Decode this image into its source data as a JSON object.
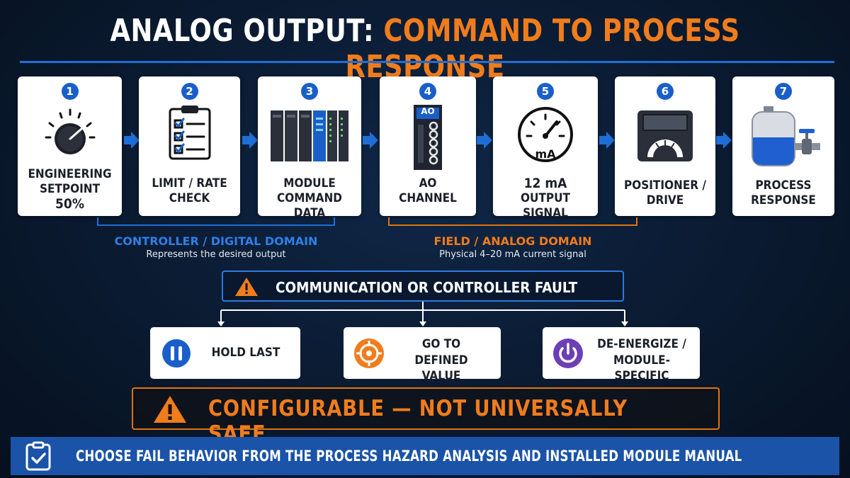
{
  "header": {
    "title_part1": "ANALOG OUTPUT:",
    "title_part2": "COMMAND TO PROCESS RESPONSE"
  },
  "steps": [
    {
      "number": "1",
      "line1": "ENGINEERING",
      "line2": "SETPOINT",
      "line3": "50%",
      "icon": "dial-knob-icon"
    },
    {
      "number": "2",
      "line1": "LIMIT / RATE",
      "line2": "CHECK",
      "icon": "clipboard-checklist-icon"
    },
    {
      "number": "3",
      "line1": "MODULE",
      "line2": "COMMAND DATA",
      "icon": "io-module-rack-icon"
    },
    {
      "number": "4",
      "line1": "AO",
      "line2": "CHANNEL",
      "tag": "AO",
      "icon": "ao-channel-module-icon"
    },
    {
      "number": "5",
      "line1": "12 mA",
      "line2": "OUTPUT SIGNAL",
      "unit": "mA",
      "icon": "milliamp-gauge-icon"
    },
    {
      "number": "6",
      "line1": "POSITIONER /",
      "line2": "DRIVE",
      "icon": "positioner-drive-icon"
    },
    {
      "number": "7",
      "line1": "PROCESS",
      "line2": "RESPONSE",
      "icon": "tank-valve-icon"
    }
  ],
  "domains": {
    "controller": {
      "title": "CONTROLLER / DIGITAL DOMAIN",
      "subtitle": "Represents the desired output"
    },
    "field": {
      "title": "FIELD / ANALOG DOMAIN",
      "subtitle": "Physical 4–20 mA current signal"
    }
  },
  "fault": {
    "label": "COMMUNICATION OR CONTROLLER FAULT",
    "icon": "warning-icon"
  },
  "options": [
    {
      "line1": "HOLD LAST",
      "icon": "pause-icon"
    },
    {
      "line1": "GO TO",
      "line2": "DEFINED VALUE",
      "icon": "target-icon"
    },
    {
      "line1": "DE-ENERGIZE /",
      "line2": "MODULE-SPECIFIC",
      "icon": "power-icon"
    }
  ],
  "warning": {
    "label": "CONFIGURABLE — NOT UNIVERSALLY SAFE",
    "icon": "warning-icon"
  },
  "footer": {
    "label": "CHOOSE FAIL BEHAVIOR FROM THE PROCESS HAZARD ANALYSIS AND INSTALLED MODULE MANUAL",
    "icon": "clipboard-check-icon"
  },
  "colors": {
    "accent_blue": "#1a5fc9",
    "accent_orange": "#f07c1c",
    "option_purple": "#6d3fb5",
    "background": "#0a1a30"
  }
}
